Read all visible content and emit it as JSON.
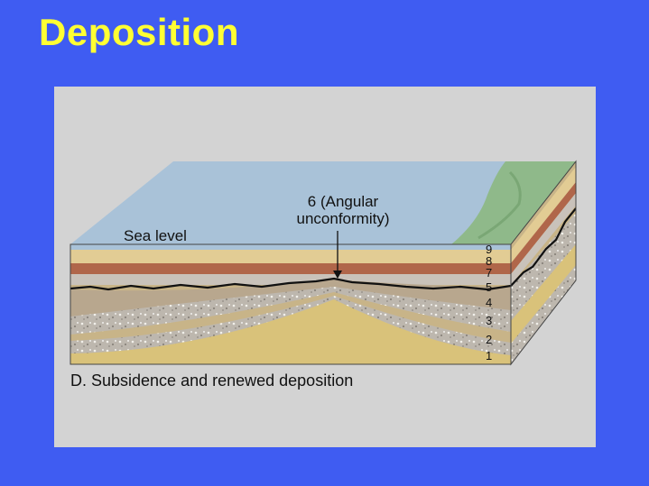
{
  "slide": {
    "title": "Deposition"
  },
  "diagram": {
    "caption": "D. Subsidence and renewed deposition",
    "sea_level_label": "Sea level",
    "unconformity_label_line1": "6 (Angular",
    "unconformity_label_line2": "unconformity)",
    "layer_numbers": [
      "9",
      "8",
      "7",
      "5",
      "4",
      "3",
      "2",
      "1"
    ]
  },
  "colors": {
    "background": "#3f5cf2",
    "title": "#ffff33",
    "panel": "#d3d3d3",
    "sea": "#a9c2d8",
    "sand": "#e2cc94",
    "red_bed": "#b0664a",
    "gray_bed": "#c9c2ba",
    "tan_bed": "#c8b488",
    "pebble_bed": "#bdb7ae",
    "yellow_core": "#d9c27a",
    "land_green": "#8fb98a"
  }
}
